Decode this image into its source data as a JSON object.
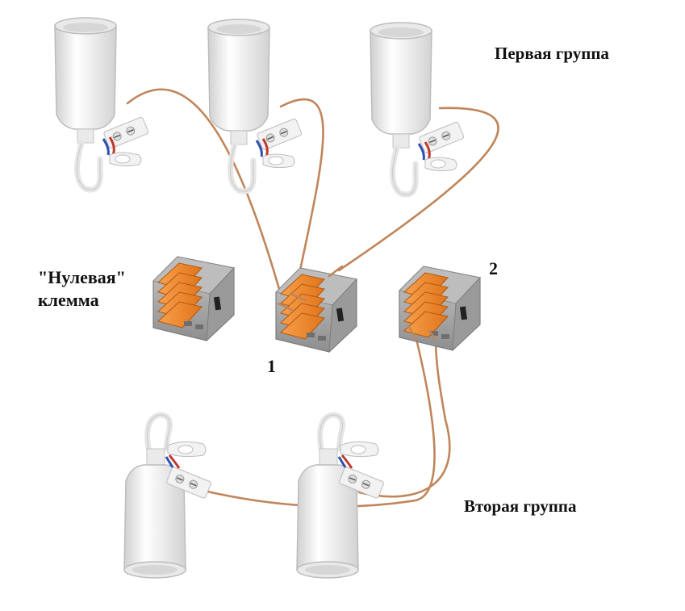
{
  "labels": {
    "group1": "Первая группа",
    "group2": "Вторая группа",
    "neutral_line1": "\"Нулевая\"",
    "neutral_line2": "клемма",
    "terminal1": "1",
    "terminal2": "2"
  },
  "colors": {
    "wire": "#c0855a",
    "lamp_body": "#f4f4f4",
    "lamp_shade": "#d9d9d9",
    "terminal_body": "#a9a9a9",
    "lever": "#f08a2c",
    "blue_wire": "#2f4fb0",
    "red_wire": "#c0392b"
  },
  "lamps": [
    {
      "name": "lamp-socket-1",
      "orientation": "up"
    },
    {
      "name": "lamp-socket-2",
      "orientation": "up"
    },
    {
      "name": "lamp-socket-3",
      "orientation": "up"
    },
    {
      "name": "lamp-socket-4",
      "orientation": "down"
    },
    {
      "name": "lamp-socket-5",
      "orientation": "down"
    }
  ],
  "terminals": [
    {
      "name": "neutral-terminal",
      "levers": 5
    },
    {
      "name": "terminal-1",
      "levers": 5
    },
    {
      "name": "terminal-2",
      "levers": 5
    }
  ]
}
